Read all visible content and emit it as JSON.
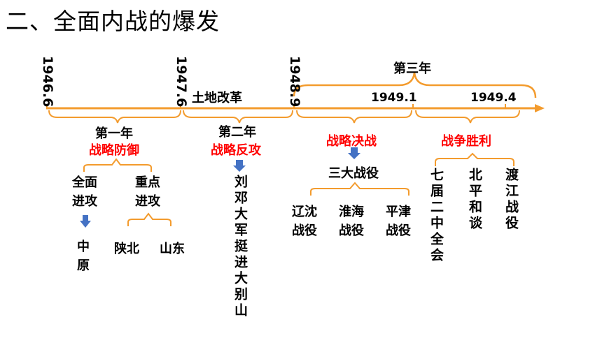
{
  "title": "二、全面内战的爆发",
  "colors": {
    "accent": "#f39b2d",
    "red": "#ff0000",
    "arrow_blue": "#4472c4"
  },
  "timeline": {
    "dates": [
      "1946.6",
      "1947.6",
      "1948.9",
      "1949.1",
      "1949.4"
    ],
    "land_reform": "土地改革",
    "third_year": "第三年"
  },
  "year1": {
    "label": "第一年",
    "phase": "战略防御",
    "branch_a": {
      "top": "全面",
      "bottom": "进攻",
      "result_top": "中",
      "result_bottom": "原"
    },
    "branch_b": {
      "top": "重点",
      "bottom": "进攻",
      "target_a": "陕北",
      "target_b": "山东"
    }
  },
  "year2": {
    "label": "第二年",
    "phase": "战略反攻",
    "event": "刘邓大军挺进大别山"
  },
  "year3": {
    "phase": "战略决战",
    "battles_title": "三大战役",
    "battles": [
      {
        "top": "辽沈",
        "bottom": "战役"
      },
      {
        "top": "淮海",
        "bottom": "战役"
      },
      {
        "top": "平津",
        "bottom": "战役"
      }
    ]
  },
  "victory": {
    "phase": "战争胜利",
    "events": [
      "七届二中全会",
      "北平和谈",
      "渡江战役"
    ]
  }
}
